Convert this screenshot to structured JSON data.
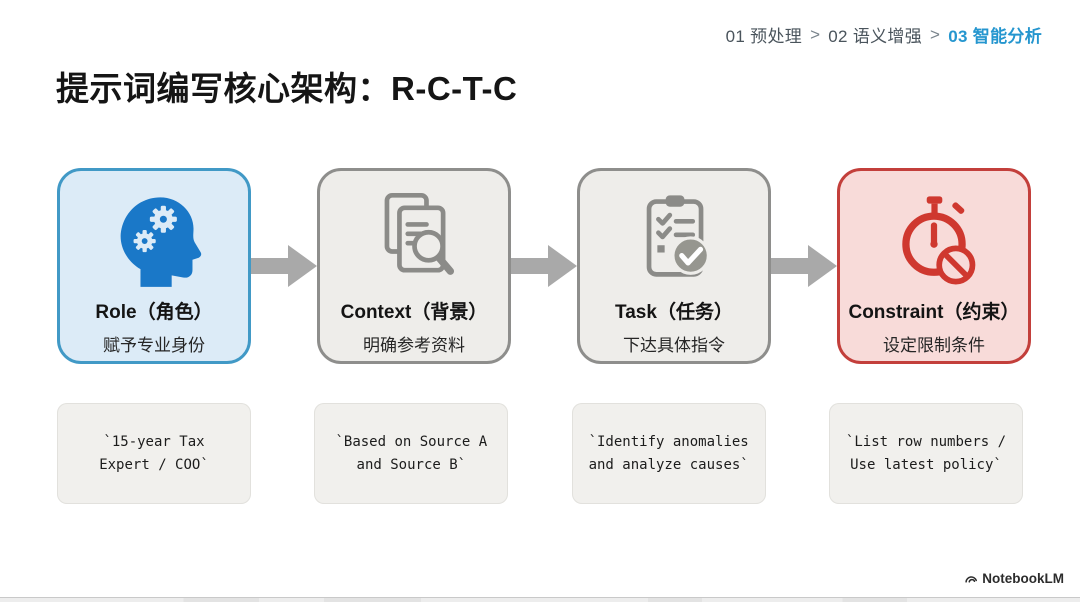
{
  "breadcrumb": {
    "steps": [
      "01 预处理",
      "02 语义增强",
      "03 智能分析"
    ],
    "separator": ">",
    "active_step_index": 2,
    "active_color": "#2596cf",
    "inactive_color": "#4a545c"
  },
  "title": "提示词编写核心架构：R-C-T-C",
  "steps": [
    {
      "label": "Role（角色）",
      "subtitle": "赋予专业身份",
      "icon": "head-with-gears-icon",
      "code": "`15-year Tax\nExpert / COO`",
      "bg": "#dcebf7",
      "border": "#4199c6",
      "icon_color": "#1a78c8"
    },
    {
      "label": "Context（背景）",
      "subtitle": "明确参考资料",
      "icon": "documents-magnifier-icon",
      "code": "`Based on Source A\nand Source B`",
      "bg": "#eeedea",
      "border": "#8e8e8c",
      "icon_color": "#8b8b88"
    },
    {
      "label": "Task（任务）",
      "subtitle": "下达具体指令",
      "icon": "clipboard-checklist-icon",
      "code": "`Identify anomalies\nand analyze causes`",
      "bg": "#eeedea",
      "border": "#8e8e8c",
      "icon_color": "#8b8b88"
    },
    {
      "label": "Constraint（约束）",
      "subtitle": "设定限制条件",
      "icon": "stopwatch-prohibited-icon",
      "code": "`List row numbers /\nUse latest policy`",
      "bg": "#f8dbd9",
      "border": "#c33f3b",
      "icon_color": "#cf382f"
    }
  ],
  "arrow_color": "#a9a9a9",
  "footer": {
    "brand": "NotebookLM"
  }
}
